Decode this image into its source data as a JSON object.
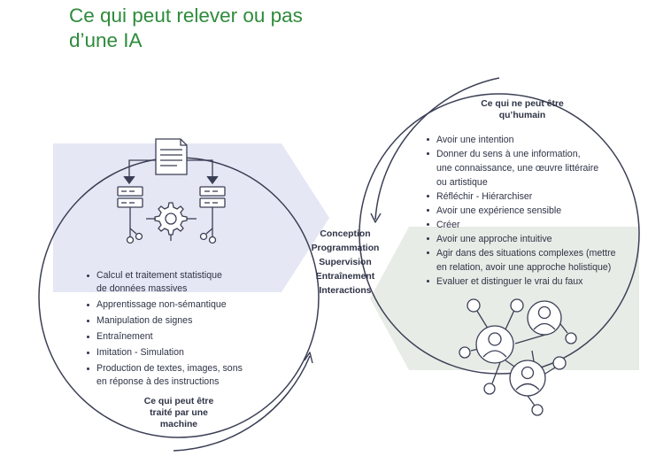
{
  "title": {
    "line1": "Ce qui peut relever ou pas",
    "line2": "d’une IA"
  },
  "machine": {
    "items": [
      {
        "lines": [
          "Calcul et traitement statistique",
          "de données massives"
        ]
      },
      {
        "lines": [
          "Apprentissage non-sémantique"
        ]
      },
      {
        "lines": [
          "Manipulation de signes"
        ]
      },
      {
        "lines": [
          "Entraînement"
        ]
      },
      {
        "lines": [
          "Imitation - Simulation"
        ]
      },
      {
        "lines": [
          "Production de textes, images, sons",
          "en réponse à des instructions"
        ]
      }
    ],
    "caption": [
      "Ce qui peut être",
      "traité par une",
      "machine"
    ]
  },
  "center": {
    "items": [
      "Conception",
      "Programmation",
      "Supervision",
      "Entraînement",
      "Interactions"
    ]
  },
  "human": {
    "caption": [
      "Ce qui ne peut être",
      "qu’humain"
    ],
    "items": [
      {
        "lines": [
          "Avoir une intention"
        ]
      },
      {
        "lines": [
          "Donner du sens à une information,",
          "une connaissance, une œuvre littéraire",
          "ou artistique"
        ]
      },
      {
        "lines": [
          "Réfléchir - Hiérarchiser"
        ]
      },
      {
        "lines": [
          "Avoir une expérience sensible"
        ]
      },
      {
        "lines": [
          "Créer"
        ]
      },
      {
        "lines": [
          "Avoir une approche intuitive"
        ]
      },
      {
        "lines": [
          "Agir dans des situations complexes (mettre",
          "en relation, avoir une approche holistique)"
        ]
      },
      {
        "lines": [
          "Evaluer et distinguer le vrai du faux"
        ]
      }
    ]
  },
  "colors": {
    "title": "#2e8b3c",
    "text": "#2f3346",
    "lines": "#3b3f55",
    "left_panel": "#e6e7f4",
    "right_panel": "#e7ece6"
  },
  "icons": {
    "machine": [
      "document-icon",
      "server-icon",
      "server-icon",
      "gear-icon",
      "network-nodes-icon"
    ],
    "human": [
      "people-network-icon"
    ]
  }
}
